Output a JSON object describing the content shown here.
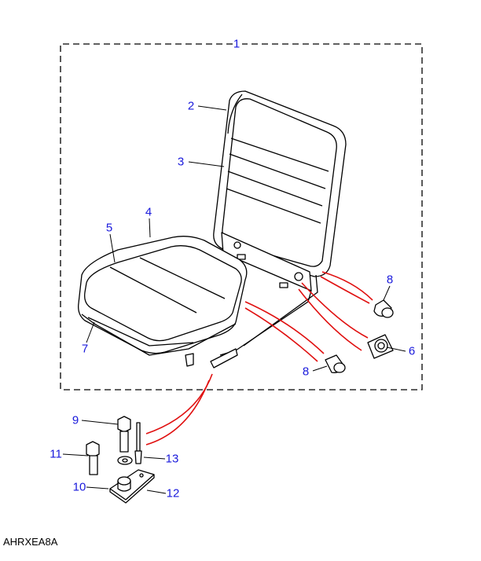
{
  "diagram": {
    "callouts": [
      {
        "id": "c1",
        "text": "1"
      },
      {
        "id": "c2",
        "text": "2"
      },
      {
        "id": "c3",
        "text": "3"
      },
      {
        "id": "c4",
        "text": "4"
      },
      {
        "id": "c5",
        "text": "5"
      },
      {
        "id": "c6",
        "text": "6"
      },
      {
        "id": "c7",
        "text": "7"
      },
      {
        "id": "c8a",
        "text": "8"
      },
      {
        "id": "c8b",
        "text": "8"
      },
      {
        "id": "c9",
        "text": "9"
      },
      {
        "id": "c10",
        "text": "10"
      },
      {
        "id": "c11",
        "text": "11"
      },
      {
        "id": "c12",
        "text": "12"
      },
      {
        "id": "c13",
        "text": "13"
      }
    ],
    "illustration_code": "AHRXEA8A",
    "colors": {
      "callout": "#1a1adc",
      "link_lines": "#e01010",
      "outline": "#000000"
    }
  }
}
